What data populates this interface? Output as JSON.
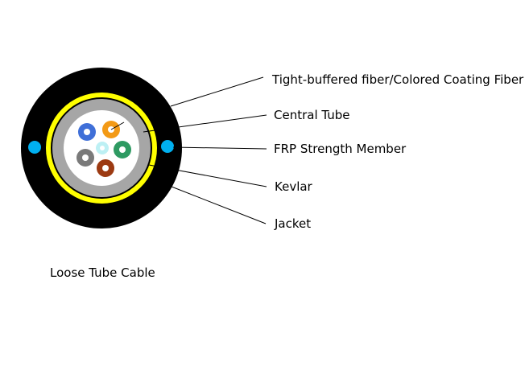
{
  "diagram": {
    "caption": "Loose Tube Cable",
    "callouts": [
      {
        "id": "tight-buffered-fiber",
        "label": "Tight-buffered fiber/Colored Coating Fiber"
      },
      {
        "id": "central-tube",
        "label": "Central Tube"
      },
      {
        "id": "frp-strength-member",
        "label": "FRP Strength Member"
      },
      {
        "id": "kevlar",
        "label": "Kevlar"
      },
      {
        "id": "jacket",
        "label": "Jacket"
      }
    ],
    "colors": {
      "jacket": "#000000",
      "kevlar": "#ffff00",
      "central_tube": "#a6a6a6",
      "inner_fill": "#ffffff",
      "strength_member": "#00b0f0",
      "fiber_blue": "#3f6fd8",
      "fiber_orange": "#f39a16",
      "fiber_green": "#2e9a62",
      "fiber_gray": "#7a7a7a",
      "fiber_brown": "#9c3a12",
      "fiber_aqua": "#bdf0f4",
      "fiber_core": "#ffffff",
      "leader_line": "#000000"
    }
  }
}
